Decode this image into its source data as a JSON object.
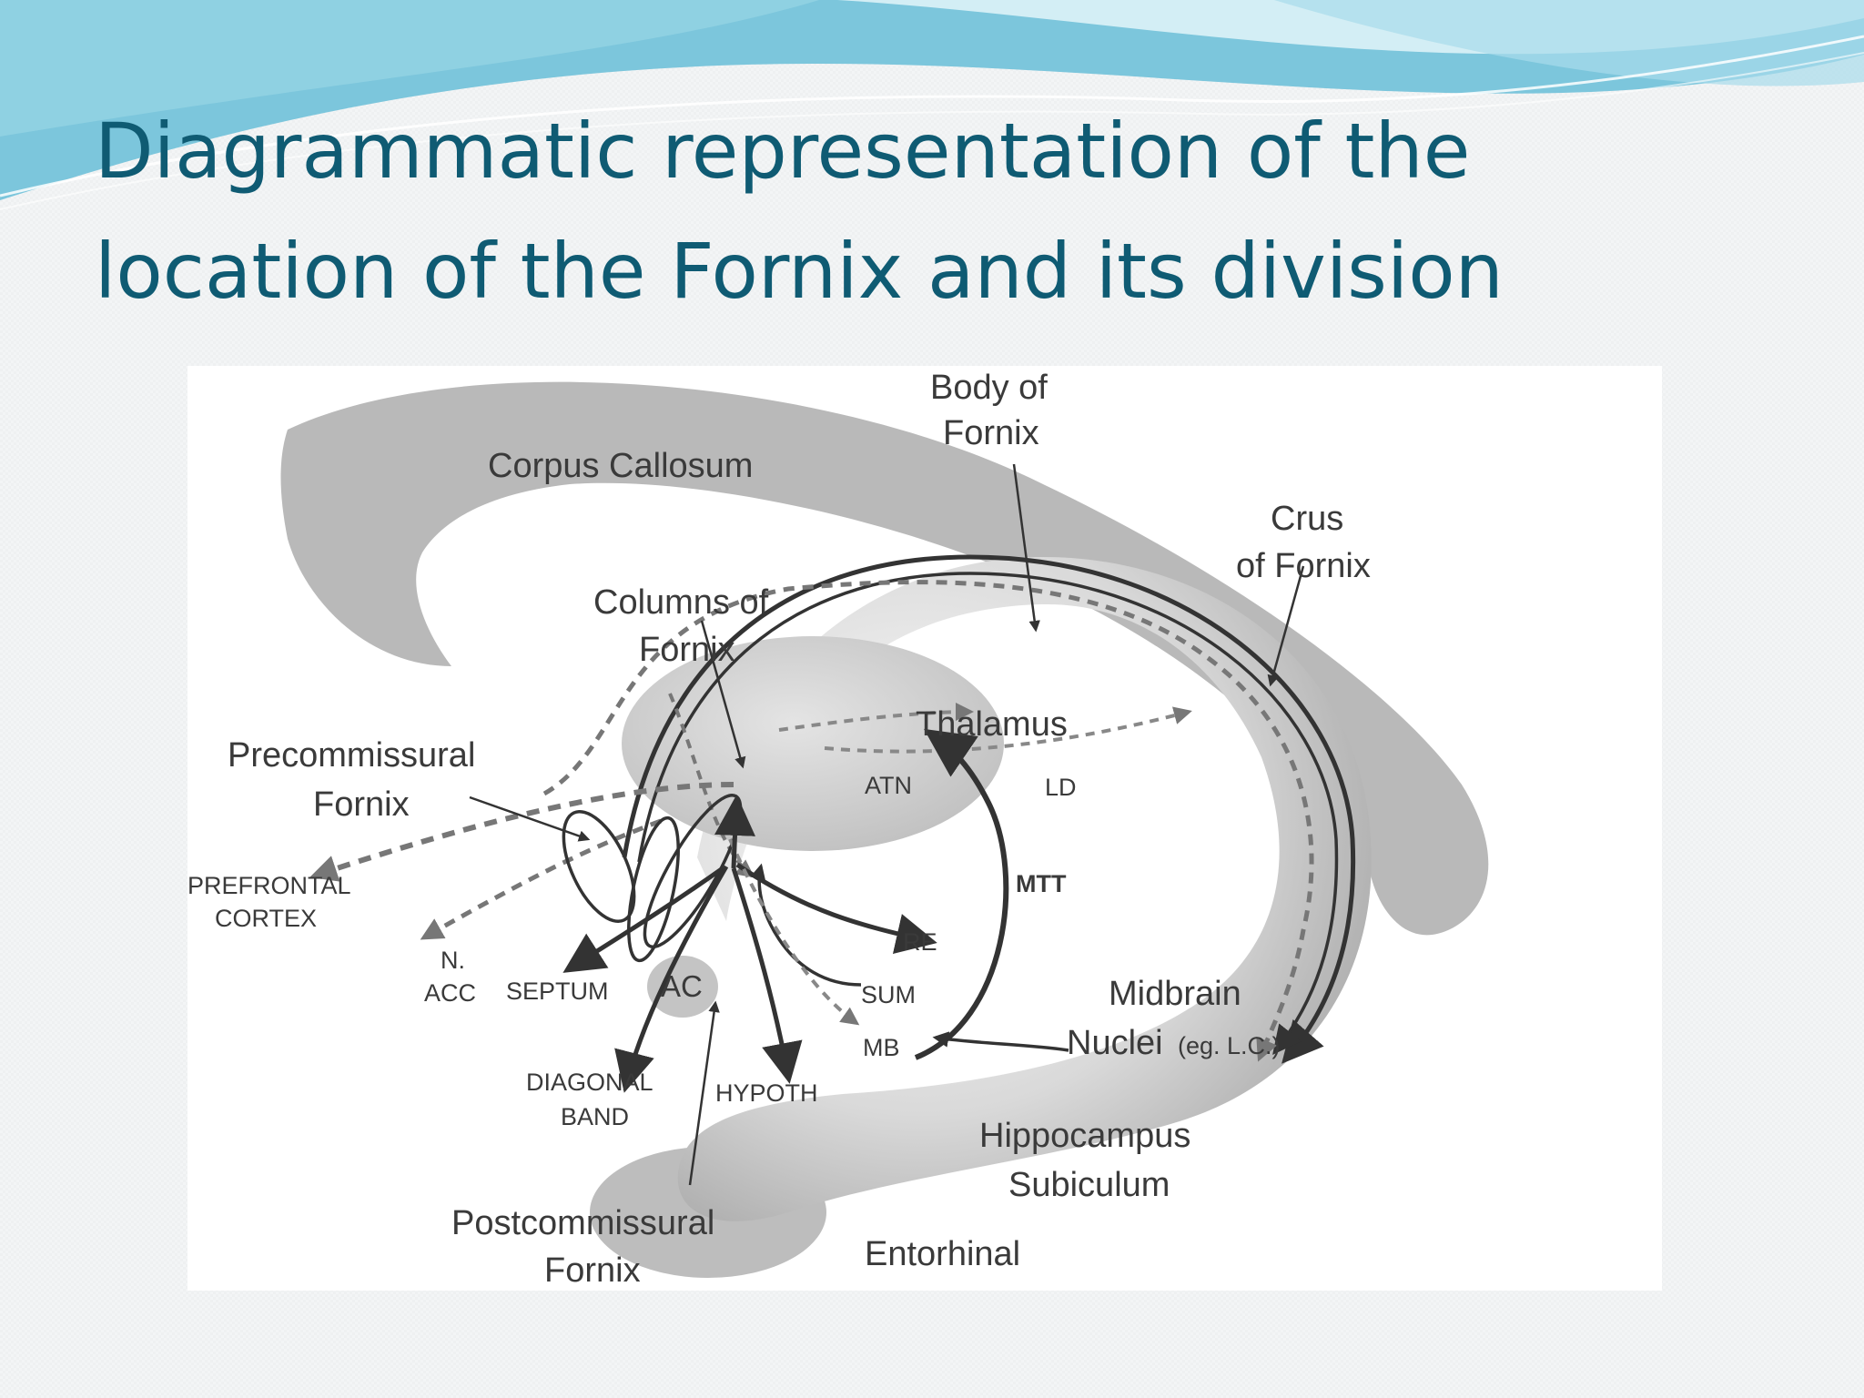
{
  "slide": {
    "title_line1": "Diagrammatic representation of the",
    "title_line2": "location of the Fornix and its division"
  },
  "colors": {
    "title": "#0f5b73",
    "wave_dark": "#6cc7de",
    "wave_light": "#bfe7f1",
    "structure_gray": "#b9b9b9",
    "pathway_dark": "#333333"
  },
  "diagram": {
    "labels": {
      "body_of_fornix_1": "Body of",
      "body_of_fornix_2": "Fornix",
      "corpus_callosum": "Corpus Callosum",
      "crus_1": "Crus",
      "crus_2": "of Fornix",
      "columns_1": "Columns of",
      "columns_2": "Fornix",
      "thalamus": "Thalamus",
      "precommissural_1": "Precommissural",
      "precommissural_2": "Fornix",
      "atn": "ATN",
      "ld": "LD",
      "mtt": "MTT",
      "prefrontal_1": "PREFRONTAL",
      "prefrontal_2": "CORTEX",
      "re": "RE",
      "n": "N.",
      "acc": "ACC",
      "septum": "SEPTUM",
      "ac": "AC",
      "sum": "SUM",
      "midbrain": "Midbrain",
      "nuclei": "Nuclei",
      "nuclei_eg": "(eg. L.C.)",
      "mb": "MB",
      "diagonal_1": "DIAGONAL",
      "diagonal_2": "BAND",
      "hypoth": "HYPOTH",
      "hippocampus": "Hippocampus",
      "subiculum": "Subiculum",
      "postcommissural_1": "Postcommissural",
      "postcommissural_2": "Fornix",
      "entorhinal": "Entorhinal"
    }
  }
}
